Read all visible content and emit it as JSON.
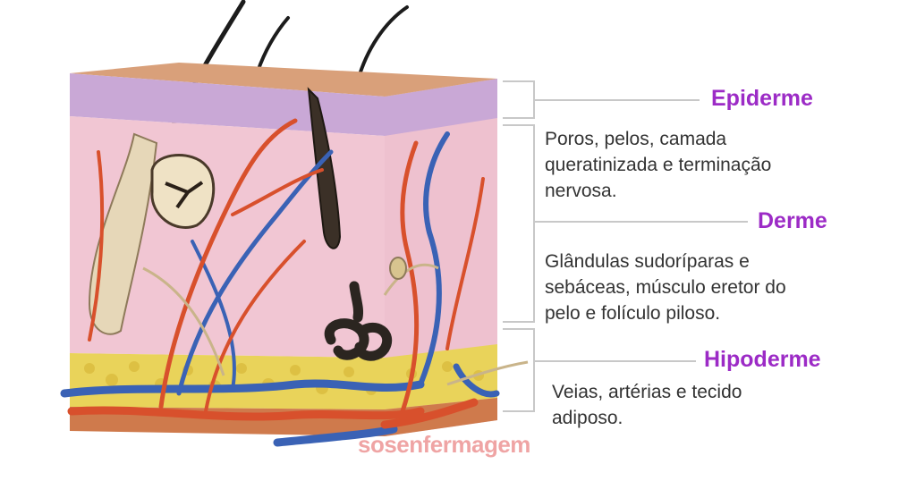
{
  "layers": [
    {
      "name": "Epiderme",
      "description": [
        "Poros, pelos, camada",
        "queratinizada e terminação",
        "nervosa."
      ]
    },
    {
      "name": "Derme",
      "description": [
        "Glândulas sudoríparas e",
        "sebáceas, músculo eretor do",
        "pelo e folículo piloso."
      ]
    },
    {
      "name": "Hipoderme",
      "description": [
        "Veias, artérias e tecido",
        "adiposo."
      ]
    }
  ],
  "watermark": "sosenfermagem",
  "colors": {
    "label": "#9c2bc6",
    "text": "#333333",
    "epidermis": "#c9a8d6",
    "dermis": "#f1c6d3",
    "fat": "#e9d35a",
    "artery": "#d8502c",
    "vein": "#3a62b5"
  }
}
